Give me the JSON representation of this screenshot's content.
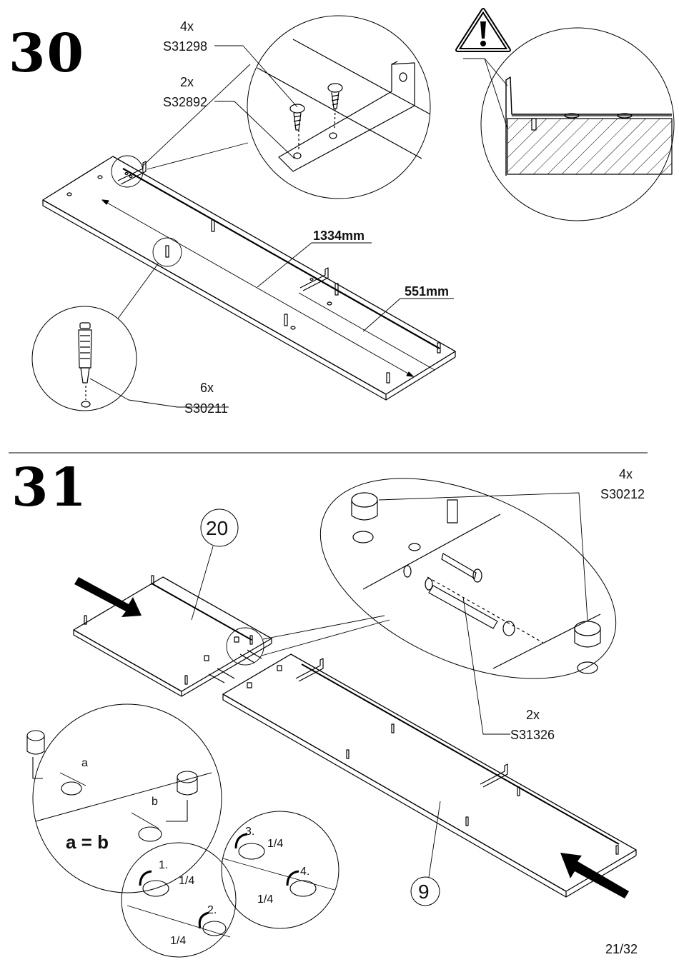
{
  "page_number": "21/32",
  "step30": {
    "number": "30",
    "parts": [
      {
        "qty": "4x",
        "code": "S31298"
      },
      {
        "qty": "2x",
        "code": "S32892"
      },
      {
        "qty": "6x",
        "code": "S30211"
      }
    ],
    "dimensions": [
      "1334mm",
      "551mm"
    ],
    "warning_icon": "warning-triangle-icon"
  },
  "step31": {
    "number": "31",
    "parts": [
      {
        "qty": "4x",
        "code": "S30212"
      },
      {
        "qty": "2x",
        "code": "S31326"
      }
    ],
    "panel_labels": [
      "20",
      "9"
    ],
    "alignment": {
      "a": "a",
      "b": "b",
      "equation": "a = b"
    },
    "turns": [
      {
        "step": "1.",
        "amount": "1/4"
      },
      {
        "step": "2.",
        "amount": "1/4"
      },
      {
        "step": "3.",
        "amount": "1/4"
      },
      {
        "step": "4.",
        "amount": "1/4"
      }
    ]
  }
}
